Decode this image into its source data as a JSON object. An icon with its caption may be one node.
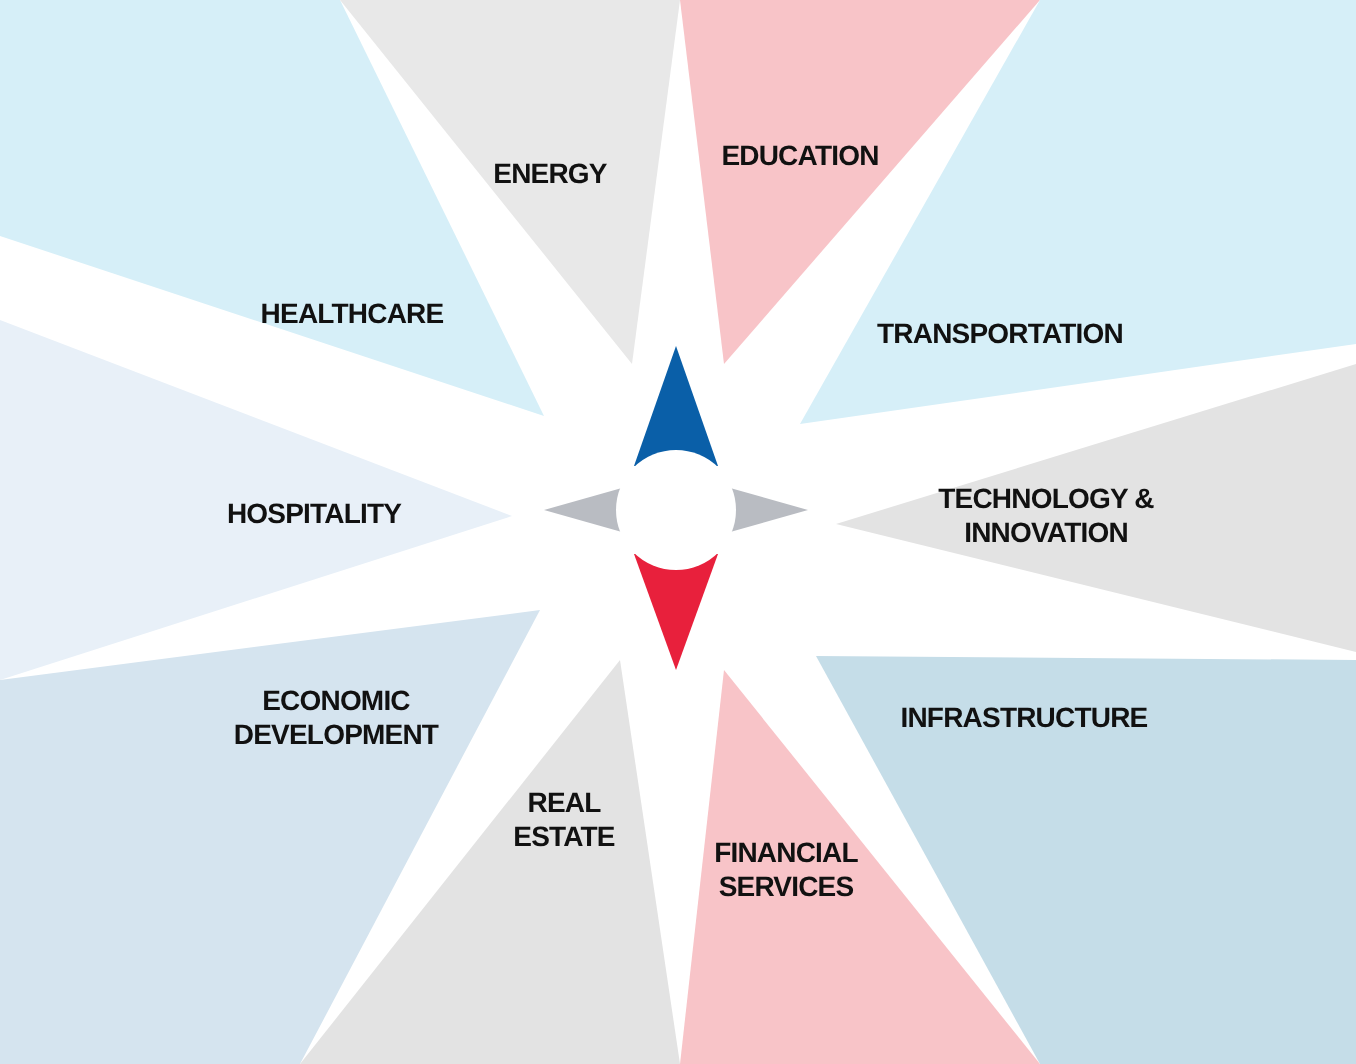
{
  "diagram": {
    "nodes": [
      {
        "text": [
          "HEALTHCARE"
        ]
      },
      {
        "text": [
          "ENERGY"
        ]
      },
      {
        "text": [
          "EDUCATION"
        ]
      },
      {
        "text": [
          "TRANSPORTATION"
        ]
      },
      {
        "text": [
          "HOSPITALITY"
        ]
      },
      {
        "text": [
          "TECHNOLOGY & INNOVATION"
        ]
      },
      {
        "text": [
          "ECONOMIC DEVELOPMENT"
        ]
      },
      {
        "text": [
          "INFRASTRUCTURE"
        ]
      },
      {
        "text": [
          "REAL ESTATE"
        ]
      },
      {
        "text": [
          "FINANCIAL SERVICES"
        ]
      }
    ]
  }
}
